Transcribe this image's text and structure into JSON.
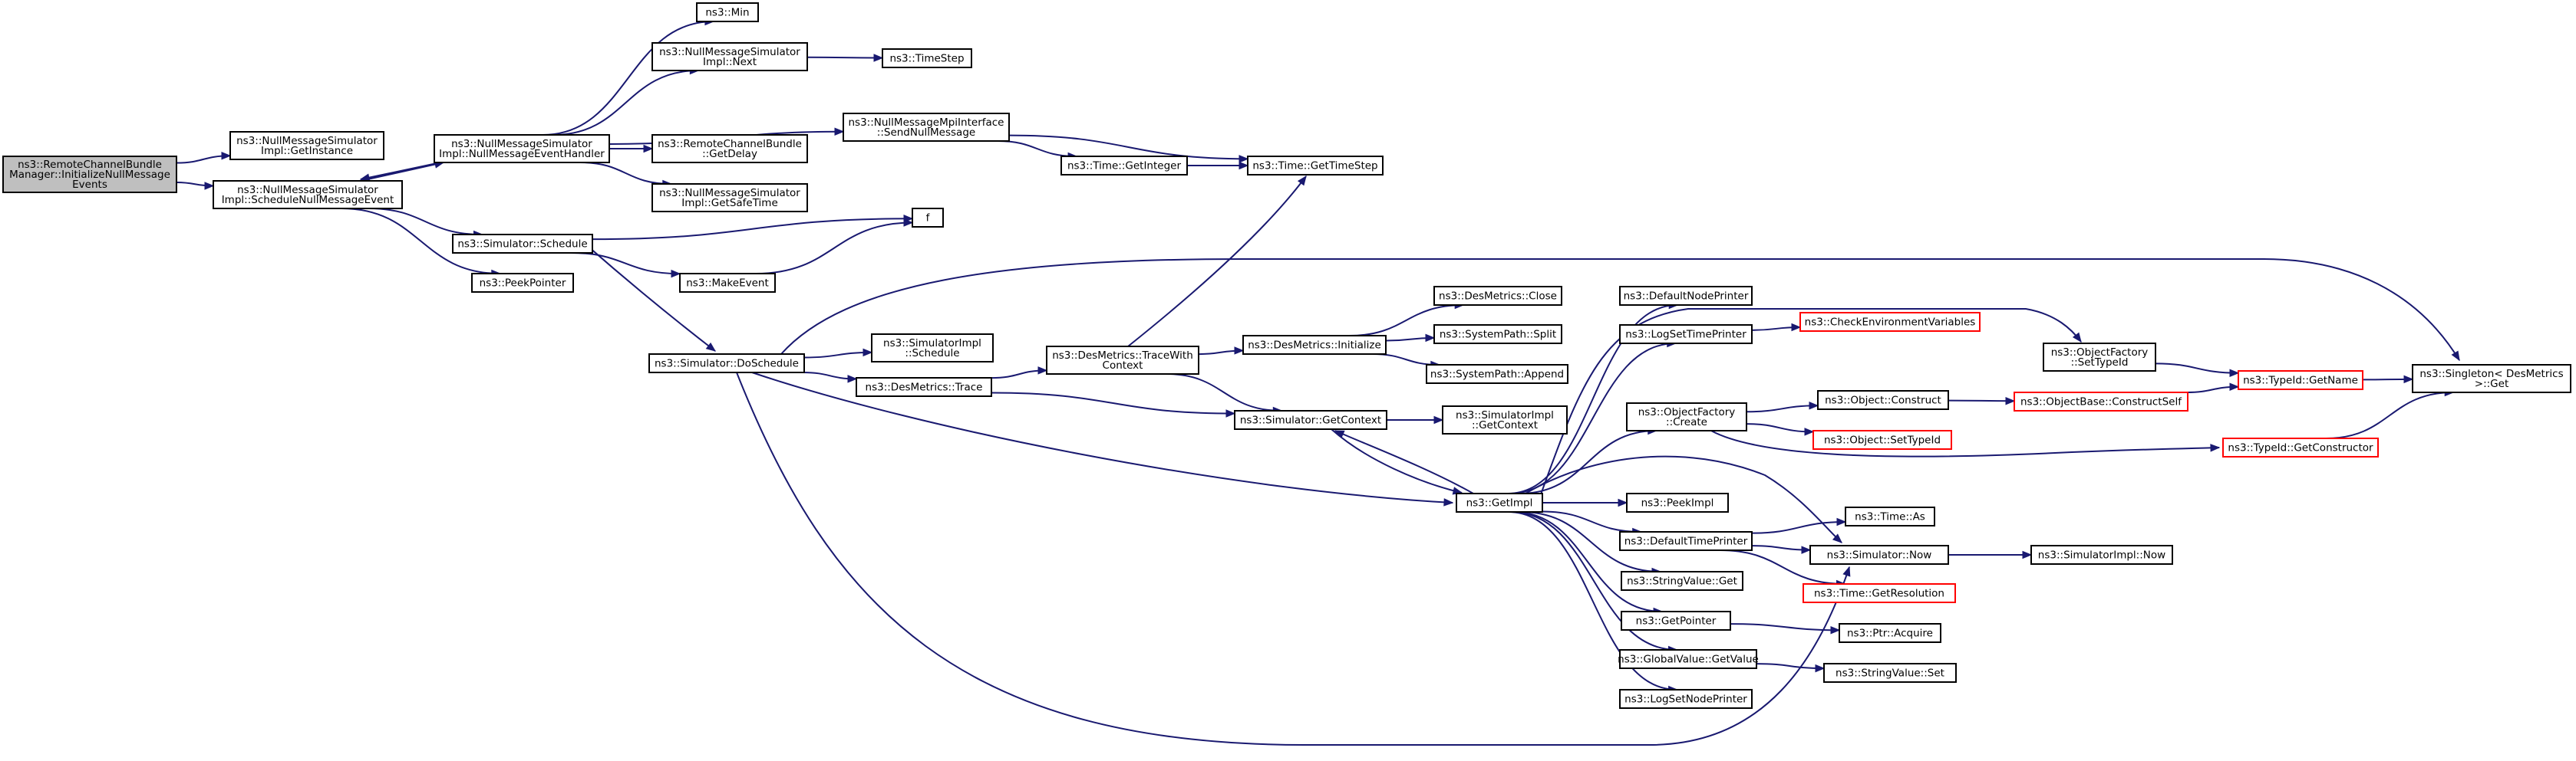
{
  "diagram": {
    "type": "call-graph",
    "colors": {
      "edge": "#191970",
      "node_border": "#000000",
      "node_fill": "#ffffff",
      "root_fill": "#bfbfbf",
      "truncated_border": "#ff0000"
    },
    "nodes": [
      {
        "id": "root",
        "lines": [
          "ns3::RemoteChannelBundle",
          "Manager::InitializeNullMessage",
          "Events"
        ],
        "style": "root"
      },
      {
        "id": "getinstance",
        "lines": [
          "ns3::NullMessageSimulator",
          "Impl::GetInstance"
        ],
        "style": "normal"
      },
      {
        "id": "schednull",
        "lines": [
          "ns3::NullMessageSimulator",
          "Impl::ScheduleNullMessageEvent"
        ],
        "style": "normal"
      },
      {
        "id": "nmhandler",
        "lines": [
          "ns3::NullMessageSimulator",
          "Impl::NullMessageEventHandler"
        ],
        "style": "normal"
      },
      {
        "id": "min",
        "lines": [
          "ns3::Min"
        ],
        "style": "normal"
      },
      {
        "id": "next",
        "lines": [
          "ns3::NullMessageSimulator",
          "Impl::Next"
        ],
        "style": "normal"
      },
      {
        "id": "timestep",
        "lines": [
          "ns3::TimeStep"
        ],
        "style": "normal"
      },
      {
        "id": "sendnull",
        "lines": [
          "ns3::NullMessageMpiInterface",
          "::SendNullMessage"
        ],
        "style": "normal"
      },
      {
        "id": "getdelay",
        "lines": [
          "ns3::RemoteChannelBundle",
          "::GetDelay"
        ],
        "style": "normal"
      },
      {
        "id": "getsafetime",
        "lines": [
          "ns3::NullMessageSimulator",
          "Impl::GetSafeTime"
        ],
        "style": "normal"
      },
      {
        "id": "getinteger",
        "lines": [
          "ns3::Time::GetInteger"
        ],
        "style": "normal"
      },
      {
        "id": "gettimestep",
        "lines": [
          "ns3::Time::GetTimeStep"
        ],
        "style": "normal"
      },
      {
        "id": "f",
        "lines": [
          "f"
        ],
        "style": "normal"
      },
      {
        "id": "schedule",
        "lines": [
          "ns3::Simulator::Schedule"
        ],
        "style": "normal"
      },
      {
        "id": "makeevent",
        "lines": [
          "ns3::MakeEvent"
        ],
        "style": "normal"
      },
      {
        "id": "peekpointer",
        "lines": [
          "ns3::PeekPointer"
        ],
        "style": "normal"
      },
      {
        "id": "doschedule",
        "lines": [
          "ns3::Simulator::DoSchedule"
        ],
        "style": "normal"
      },
      {
        "id": "simimplschedule",
        "lines": [
          "ns3::SimulatorImpl",
          "::Schedule"
        ],
        "style": "normal"
      },
      {
        "id": "desmtrace",
        "lines": [
          "ns3::DesMetrics::Trace"
        ],
        "style": "normal"
      },
      {
        "id": "tracewith",
        "lines": [
          "ns3::DesMetrics::TraceWith",
          "Context"
        ],
        "style": "normal"
      },
      {
        "id": "desinit",
        "lines": [
          "ns3::DesMetrics::Initialize"
        ],
        "style": "normal"
      },
      {
        "id": "desclose",
        "lines": [
          "ns3::DesMetrics::Close"
        ],
        "style": "normal"
      },
      {
        "id": "split",
        "lines": [
          "ns3::SystemPath::Split"
        ],
        "style": "normal"
      },
      {
        "id": "append",
        "lines": [
          "ns3::SystemPath::Append"
        ],
        "style": "normal"
      },
      {
        "id": "getcontext",
        "lines": [
          "ns3::Simulator::GetContext"
        ],
        "style": "normal"
      },
      {
        "id": "implgetcontext",
        "lines": [
          "ns3::SimulatorImpl",
          "::GetContext"
        ],
        "style": "normal"
      },
      {
        "id": "getimpl",
        "lines": [
          "ns3::GetImpl"
        ],
        "style": "normal"
      },
      {
        "id": "defnodeprinter",
        "lines": [
          "ns3::DefaultNodePrinter"
        ],
        "style": "normal"
      },
      {
        "id": "logsettime",
        "lines": [
          "ns3::LogSetTimePrinter"
        ],
        "style": "normal"
      },
      {
        "id": "checkenv",
        "lines": [
          "ns3::CheckEnvironmentVariables"
        ],
        "style": "truncated"
      },
      {
        "id": "ofcreate",
        "lines": [
          "ns3::ObjectFactory",
          "::Create"
        ],
        "style": "normal"
      },
      {
        "id": "peekimpl",
        "lines": [
          "ns3::PeekImpl"
        ],
        "style": "normal"
      },
      {
        "id": "deftimeprinter",
        "lines": [
          "ns3::DefaultTimePrinter"
        ],
        "style": "normal"
      },
      {
        "id": "strvalget",
        "lines": [
          "ns3::StringValue::Get"
        ],
        "style": "normal"
      },
      {
        "id": "getpointer",
        "lines": [
          "ns3::GetPointer"
        ],
        "style": "normal"
      },
      {
        "id": "gvgetvalue",
        "lines": [
          "ns3::GlobalValue::GetValue"
        ],
        "style": "normal"
      },
      {
        "id": "logsetnode",
        "lines": [
          "ns3::LogSetNodePrinter"
        ],
        "style": "normal"
      },
      {
        "id": "ofsettypeid",
        "lines": [
          "ns3::ObjectFactory",
          "::SetTypeId"
        ],
        "style": "normal"
      },
      {
        "id": "objconstruct",
        "lines": [
          "ns3::Object::Construct"
        ],
        "style": "normal"
      },
      {
        "id": "objsettypeid",
        "lines": [
          "ns3::Object::SetTypeId"
        ],
        "style": "truncated"
      },
      {
        "id": "objbaseconstruct",
        "lines": [
          "ns3::ObjectBase::ConstructSelf"
        ],
        "style": "truncated"
      },
      {
        "id": "typeidgetname",
        "lines": [
          "ns3::TypeId::GetName"
        ],
        "style": "truncated"
      },
      {
        "id": "typeidgetconstructor",
        "lines": [
          "ns3::TypeId::GetConstructor"
        ],
        "style": "truncated"
      },
      {
        "id": "singleton",
        "lines": [
          "ns3::Singleton< DesMetrics",
          ">::Get"
        ],
        "style": "normal"
      },
      {
        "id": "timeas",
        "lines": [
          "ns3::Time::As"
        ],
        "style": "normal"
      },
      {
        "id": "simnow",
        "lines": [
          "ns3::Simulator::Now"
        ],
        "style": "normal"
      },
      {
        "id": "implnow",
        "lines": [
          "ns3::SimulatorImpl::Now"
        ],
        "style": "normal"
      },
      {
        "id": "getresolution",
        "lines": [
          "ns3::Time::GetResolution"
        ],
        "style": "truncated"
      },
      {
        "id": "ptracquire",
        "lines": [
          "ns3::Ptr::Acquire"
        ],
        "style": "normal"
      },
      {
        "id": "strvalset",
        "lines": [
          "ns3::StringValue::Set"
        ],
        "style": "normal"
      }
    ],
    "edges": [
      [
        "root",
        "getinstance"
      ],
      [
        "root",
        "schednull"
      ],
      [
        "schednull",
        "nmhandler"
      ],
      [
        "nmhandler",
        "schednull"
      ],
      [
        "schednull",
        "schedule"
      ],
      [
        "schednull",
        "peekpointer"
      ],
      [
        "nmhandler",
        "min"
      ],
      [
        "nmhandler",
        "next"
      ],
      [
        "nmhandler",
        "sendnull"
      ],
      [
        "nmhandler",
        "getdelay"
      ],
      [
        "nmhandler",
        "getsafetime"
      ],
      [
        "next",
        "timestep"
      ],
      [
        "sendnull",
        "gettimestep"
      ],
      [
        "sendnull",
        "getinteger"
      ],
      [
        "getinteger",
        "gettimestep"
      ],
      [
        "schedule",
        "f"
      ],
      [
        "schedule",
        "makeevent"
      ],
      [
        "schedule",
        "doschedule"
      ],
      [
        "makeevent",
        "f"
      ],
      [
        "doschedule",
        "singleton"
      ],
      [
        "doschedule",
        "simimplschedule"
      ],
      [
        "doschedule",
        "desmtrace"
      ],
      [
        "doschedule",
        "getimpl"
      ],
      [
        "doschedule",
        "simnow"
      ],
      [
        "desmtrace",
        "tracewith"
      ],
      [
        "desmtrace",
        "getcontext"
      ],
      [
        "tracewith",
        "gettimestep"
      ],
      [
        "tracewith",
        "desinit"
      ],
      [
        "tracewith",
        "getcontext"
      ],
      [
        "desinit",
        "desclose"
      ],
      [
        "desinit",
        "split"
      ],
      [
        "desinit",
        "append"
      ],
      [
        "getcontext",
        "implgetcontext"
      ],
      [
        "getcontext",
        "getimpl"
      ],
      [
        "getimpl",
        "getcontext"
      ],
      [
        "getimpl",
        "defnodeprinter"
      ],
      [
        "getimpl",
        "logsettime"
      ],
      [
        "getimpl",
        "ofsettypeid"
      ],
      [
        "getimpl",
        "ofcreate"
      ],
      [
        "getimpl",
        "peekimpl"
      ],
      [
        "getimpl",
        "deftimeprinter"
      ],
      [
        "getimpl",
        "simnow"
      ],
      [
        "getimpl",
        "strvalget"
      ],
      [
        "getimpl",
        "getpointer"
      ],
      [
        "getimpl",
        "gvgetvalue"
      ],
      [
        "getimpl",
        "logsetnode"
      ],
      [
        "logsettime",
        "checkenv"
      ],
      [
        "ofsettypeid",
        "typeidgetname"
      ],
      [
        "ofcreate",
        "objconstruct"
      ],
      [
        "ofcreate",
        "objsettypeid"
      ],
      [
        "ofcreate",
        "typeidgetconstructor"
      ],
      [
        "objconstruct",
        "objbaseconstruct"
      ],
      [
        "objbaseconstruct",
        "typeidgetname"
      ],
      [
        "typeidgetname",
        "singleton"
      ],
      [
        "typeidgetconstructor",
        "singleton"
      ],
      [
        "deftimeprinter",
        "timeas"
      ],
      [
        "deftimeprinter",
        "simnow"
      ],
      [
        "deftimeprinter",
        "getresolution"
      ],
      [
        "simnow",
        "implnow"
      ],
      [
        "getpointer",
        "ptracquire"
      ],
      [
        "gvgetvalue",
        "strvalset"
      ]
    ]
  }
}
